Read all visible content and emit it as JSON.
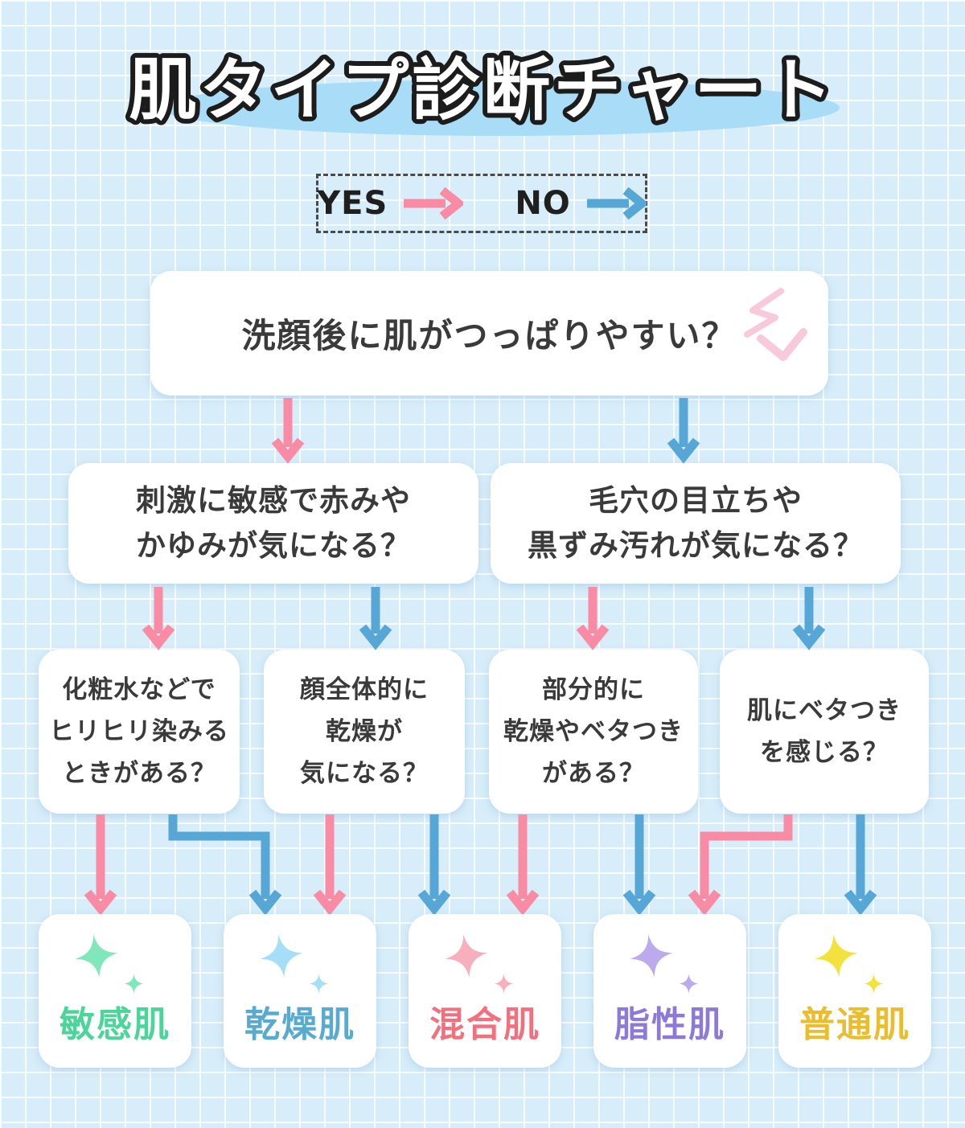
{
  "title": "肌タイプ診断チャート",
  "legend": {
    "yes_label": "YES",
    "no_label": "NO"
  },
  "colors": {
    "background": "#d7edf9",
    "grid_line": "rgba(255,255,255,0.85)",
    "title_fill": "#ffffff",
    "title_outline": "#1c1c1c",
    "title_ellipse": "#a9dcf6",
    "question_text": "#3a3a3a",
    "box_background": "#ffffff",
    "yes_arrow": "#f98ba4",
    "no_arrow": "#57a7d6",
    "decor_pink": "#f7c9db"
  },
  "questions": {
    "q1": {
      "text": "洗顔後に肌がつっぱりやすい？"
    },
    "q2a": {
      "lines": [
        "刺激に敏感で赤みや",
        "かゆみが気になる？"
      ]
    },
    "q2b": {
      "lines": [
        "毛穴の目立ちや",
        "黒ずみ汚れが気になる？"
      ]
    },
    "q3a": {
      "lines": [
        "化粧水などで",
        "ヒリヒリ染みる",
        "ときがある？"
      ]
    },
    "q3b": {
      "lines": [
        "顔全体的に",
        "乾燥が",
        "気になる？"
      ]
    },
    "q3c": {
      "lines": [
        "部分的に",
        "乾燥やベタつき",
        "がある？"
      ]
    },
    "q3d": {
      "lines": [
        "肌にベタつき",
        "を感じる？"
      ]
    }
  },
  "edges": [
    {
      "from": "q1",
      "answer": "YES",
      "to": "q2a"
    },
    {
      "from": "q1",
      "answer": "NO",
      "to": "q2b"
    },
    {
      "from": "q2a",
      "answer": "YES",
      "to": "q3a"
    },
    {
      "from": "q2a",
      "answer": "NO",
      "to": "q3b"
    },
    {
      "from": "q2b",
      "answer": "YES",
      "to": "q3c"
    },
    {
      "from": "q2b",
      "answer": "NO",
      "to": "q3d"
    },
    {
      "from": "q3a",
      "answer": "YES",
      "to": "敏感肌"
    },
    {
      "from": "q3a",
      "answer": "NO",
      "to": "乾燥肌"
    },
    {
      "from": "q3b",
      "answer": "YES",
      "to": "乾燥肌"
    },
    {
      "from": "q3b",
      "answer": "NO",
      "to": "混合肌"
    },
    {
      "from": "q3c",
      "answer": "YES",
      "to": "混合肌"
    },
    {
      "from": "q3c",
      "answer": "NO",
      "to": "脂性肌"
    },
    {
      "from": "q3d",
      "answer": "YES",
      "to": "脂性肌"
    },
    {
      "from": "q3d",
      "answer": "NO",
      "to": "普通肌"
    }
  ],
  "results": [
    {
      "label": "敏感肌",
      "color": "#4bd598",
      "sparkle": "#80e7ba"
    },
    {
      "label": "乾燥肌",
      "color": "#58aace",
      "sparkle": "#a6def7"
    },
    {
      "label": "混合肌",
      "color": "#f26f7e",
      "sparkle": "#f7afbe"
    },
    {
      "label": "脂性肌",
      "color": "#8c7ad9",
      "sparkle": "#bdaaec"
    },
    {
      "label": "普通肌",
      "color": "#e9bd2e",
      "sparkle": "#f3e23d"
    }
  ]
}
